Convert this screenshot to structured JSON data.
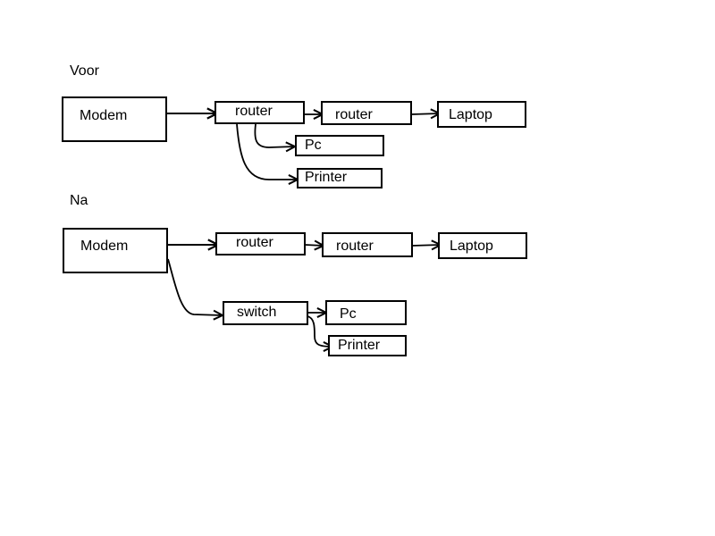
{
  "sections": {
    "before": {
      "label": "Voor",
      "nodes": {
        "modem": "Modem",
        "router1": "router",
        "router2": "router",
        "laptop": "Laptop",
        "pc": "Pc",
        "printer": "Printer"
      }
    },
    "after": {
      "label": "Na",
      "nodes": {
        "modem": "Modem",
        "router1": "router",
        "router2": "router",
        "laptop": "Laptop",
        "switch": "switch",
        "pc": "Pc",
        "printer": "Printer"
      }
    }
  },
  "colors": {
    "stroke": "#000000",
    "background": "#ffffff"
  }
}
